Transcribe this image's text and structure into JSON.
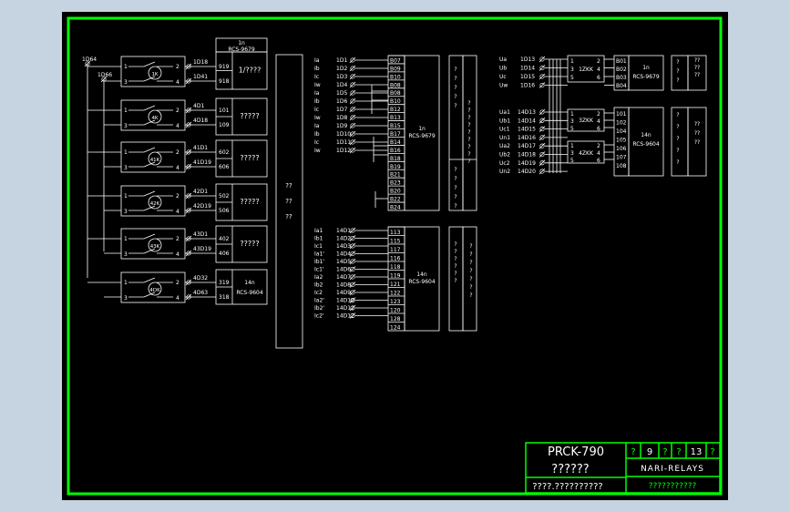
{
  "colors": {
    "background": "#c6d3e0",
    "sheet": "#000000",
    "border": "#00ff00",
    "lines": "#ffffff",
    "title_text": "#ffffff",
    "green_text": "#00ff00"
  },
  "left_block": {
    "terminals": [
      "1D64",
      "1D66"
    ],
    "rows": [
      {
        "switch": "1K",
        "out_a": "1D18",
        "out_b": "1D41",
        "box_a": "919",
        "box_b": "918"
      },
      {
        "switch": "4K",
        "out_a": "4D1",
        "out_b": "4D18",
        "box_a": "101",
        "box_b": "109"
      },
      {
        "switch": "41K",
        "out_a": "41D1",
        "out_b": "41D19",
        "box_a": "602",
        "box_b": "606"
      },
      {
        "switch": "42K",
        "out_a": "42D1",
        "out_b": "42D19",
        "box_a": "502",
        "box_b": "506"
      },
      {
        "switch": "43K",
        "out_a": "43D1",
        "out_b": "43D19",
        "box_a": "402",
        "box_b": "406"
      },
      {
        "switch": "4DK",
        "out_a": "4D32",
        "out_b": "4D63",
        "box_a": "319",
        "box_b": "318"
      }
    ],
    "header_box": [
      "1n",
      "RCS-9679"
    ],
    "row_notes": [
      "1/????",
      "?????",
      "?????",
      "?????",
      "?????"
    ],
    "last_note": [
      "14n",
      "RCS-9604"
    ],
    "tall_box_text": [
      "??",
      "??",
      "??"
    ]
  },
  "mid_top": {
    "labels": [
      "Ia",
      "Ib",
      "Ic",
      "Iw",
      "Ia",
      "Ib",
      "Ic",
      "Iw",
      "Ia",
      "Ib",
      "Ic",
      "Iw"
    ],
    "inputs": [
      "1D1",
      "1D2",
      "1D3",
      "1D4",
      "1D5",
      "1D6",
      "1D7",
      "1D8",
      "1D9",
      "1D10",
      "1D11",
      "1D12"
    ],
    "terms": [
      "B07",
      "B09",
      "B10",
      "B08",
      "B08",
      "B10",
      "B12",
      "B13",
      "B15",
      "B17",
      "B14",
      "B16",
      "B18",
      "B19",
      "B21",
      "B23",
      "B20",
      "B22",
      "B24"
    ],
    "device": [
      "1n",
      "RCS-9679"
    ],
    "qcol_a": [
      "?",
      "?",
      "?",
      "?",
      "?",
      "?",
      "?",
      "?",
      "?",
      "?"
    ],
    "qcol_b": [
      "?",
      "?",
      "?",
      "?",
      "?",
      "?",
      "?",
      "?",
      "?"
    ]
  },
  "mid_bot": {
    "labels": [
      "Ia1",
      "Ib1",
      "Ic1",
      "Ia1'",
      "Ib1'",
      "Ic1'",
      "Ia2",
      "Ib2",
      "Ic2",
      "Ia2'",
      "Ib2'",
      "Ic2'"
    ],
    "inputs": [
      "14D1",
      "14D2",
      "14D3",
      "14D4",
      "14D5",
      "14D6",
      "14D7",
      "14D8",
      "14D9",
      "14D10",
      "14D11",
      "14D12"
    ],
    "terms": [
      "113",
      "115",
      "117",
      "116",
      "118",
      "119",
      "121",
      "122",
      "123",
      "120",
      "128",
      "124"
    ],
    "device": [
      "14n",
      "RCS-9604"
    ],
    "qcol_a": [
      "?",
      "?",
      "?",
      "?",
      "?",
      "?"
    ],
    "qcol_b": [
      "?",
      "?",
      "?",
      "?",
      "?",
      "?",
      "?"
    ]
  },
  "right_top": {
    "labels": [
      "Ua",
      "Ub",
      "Uc",
      "Uw"
    ],
    "inputs": [
      "1D13",
      "1D14",
      "1D15",
      "1D16"
    ],
    "relay": "1ZKK",
    "relay_pins": [
      "1",
      "2",
      "3",
      "4",
      "5",
      "6"
    ],
    "terms": [
      "B01",
      "B02",
      "B03",
      "B04"
    ],
    "device": [
      "1n",
      "RCS-9679"
    ],
    "q_a": [
      "?",
      "?",
      "?"
    ],
    "q_b": [
      "??",
      "??",
      "??"
    ]
  },
  "right_bot": {
    "labels": [
      "Ua1",
      "Ub1",
      "Uc1",
      "Un1",
      "Ua2",
      "Ub2",
      "Uc2",
      "Un2"
    ],
    "inputs": [
      "14D13",
      "14D14",
      "14D15",
      "14D16",
      "14D17",
      "14D18",
      "14D19",
      "14D20"
    ],
    "relays": [
      "3ZKK",
      "4ZKK"
    ],
    "terms": [
      "101",
      "102",
      "104",
      "105",
      "106",
      "107",
      "108"
    ],
    "device": [
      "14n",
      "RCS-9604"
    ],
    "q_a": [
      "?",
      "?",
      "?",
      "?",
      "?"
    ],
    "q_b": [
      "??",
      "??",
      "??"
    ]
  },
  "title_block": {
    "drawing_no": "PRCK-790",
    "drawing_name": "??????",
    "subtitle": "????.??????????",
    "sheet_label_left": "?",
    "sheet_no": "9",
    "sheet_label_mid": "?",
    "sheet_label_mid2": "?",
    "total_sheets": "13",
    "sheet_label_right": "?",
    "company": "NARI-RELAYS",
    "company_sub": "???????????"
  }
}
